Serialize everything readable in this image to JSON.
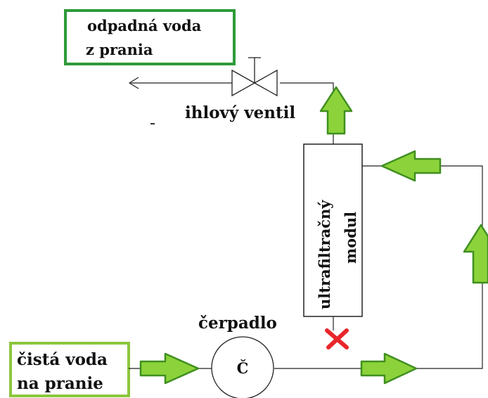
{
  "waste_box": {
    "line1": "odpadná voda",
    "line2": "z prania",
    "border_color": "#2e9b3a"
  },
  "clean_box": {
    "line1": "čistá voda",
    "line2": "na pranie",
    "border_color": "#8cc63f"
  },
  "valve_label": "ihlový ventil",
  "pump_label": "čerpadlo",
  "pump_symbol": "Č",
  "module_label": {
    "line1": "ultrafiltračný",
    "line2": "modul"
  },
  "closed_marker": {
    "icon": "red-x-icon",
    "color": "#e8262a"
  },
  "flow_arrow": {
    "fill": "#8cd23a",
    "stroke": "#3f8f1f"
  }
}
